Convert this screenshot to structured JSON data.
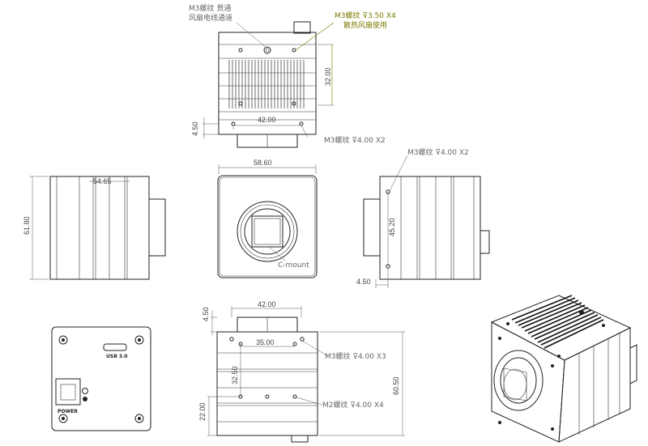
{
  "annotations": {
    "top_hole_line1": "M3螺纹 贯通",
    "top_hole_line2": "风扇电线通道",
    "fan_holes_line1": "M3螺纹 ⊽3.50 X4",
    "fan_holes_line2": "散热风扇使用",
    "top_bottom_holes": "M3螺纹 ⊽4.00 X2",
    "right_holes": "M3螺纹 ⊽4.00 X2",
    "bottom_holes_x3": "M3螺纹 ⊽4.00 X3",
    "bottom_holes_x4": "M2螺纹 ⊽4.00 X4",
    "c_mount": "C-mount",
    "usb_label": "USB 3.0",
    "power_label": "POWER"
  },
  "dimensions": {
    "top_32": "32.00",
    "top_42": "42.00",
    "top_450": "4.50",
    "front_5860": "58.60",
    "left_6180": "61.80",
    "left_5465": "54.65",
    "right_4520": "45.20",
    "right_450": "4.50",
    "bottom_4200": "42.00",
    "bottom_450": "4.50",
    "bottom_3500": "35.00",
    "bottom_3250": "32.50",
    "bottom_2200": "22.00",
    "bottom_6050": "60.50"
  },
  "colors": {
    "line": "#222222",
    "annotation_olive": "#7a7a00",
    "dimension_text": "#444444"
  }
}
